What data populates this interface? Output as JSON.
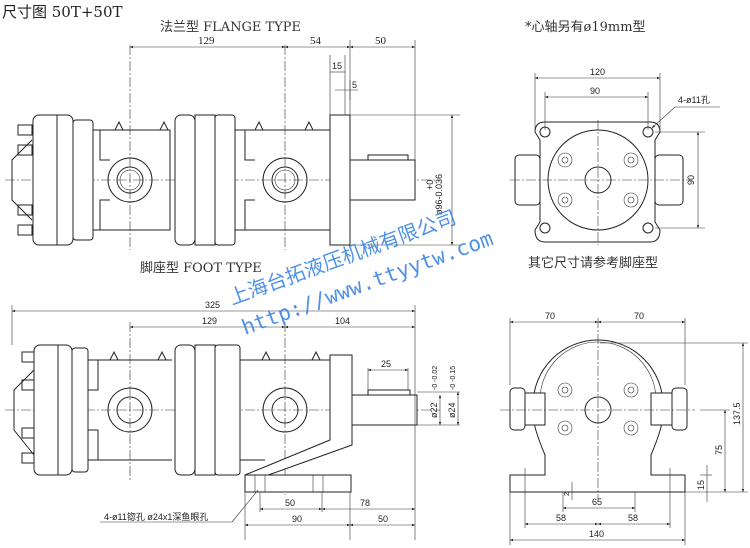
{
  "title": "尺寸图 50T+50T",
  "flange_view": {
    "label": "法兰型 FLANGE TYPE",
    "dims": {
      "d129": "129",
      "d54": "54",
      "d50": "50",
      "d15": "15",
      "d5": "5",
      "shaft_dia": "ø96-0.036",
      "shaft_tol": "+0"
    }
  },
  "flange_end_view": {
    "note": "*心轴另有ø19mm型",
    "dims": {
      "d120": "120",
      "d90h": "90",
      "d90v": "90",
      "holes": "4-ø11孔"
    },
    "footnote": "其它尺寸请参考脚座型"
  },
  "foot_view": {
    "label": "脚座型 FOOT TYPE",
    "dims": {
      "d325": "325",
      "d129": "129",
      "d104": "104",
      "d25": "25",
      "d22": "ø22",
      "d24": "ø24",
      "tol1": "-0 -0.02",
      "tol2": "-0 -0.15",
      "d50a": "50",
      "d78": "78",
      "d90": "90",
      "d50b": "50"
    },
    "hole_note": "4-ø11锪孔 ø24x1深鱼眼孔"
  },
  "foot_end_view": {
    "dims": {
      "d70l": "70",
      "d70r": "70",
      "d137": "137.5",
      "d75": "75",
      "d15": "15",
      "d2": "2",
      "d65": "65",
      "d58l": "58",
      "d58r": "58",
      "d140": "140"
    }
  },
  "watermark": {
    "company": "上海台拓液压机械有限公司",
    "url": "http://www.ttyytw.com"
  }
}
